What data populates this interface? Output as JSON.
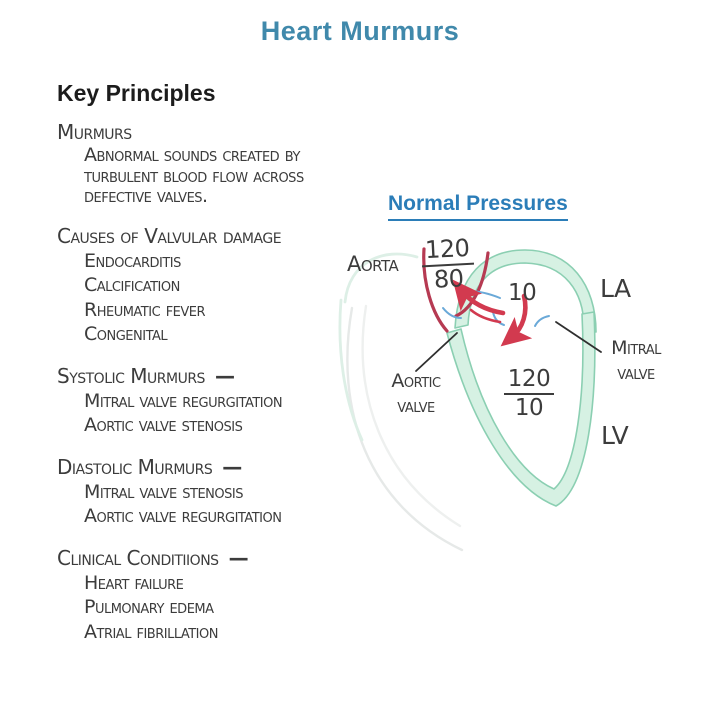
{
  "title": "Heart Murmurs",
  "key_principles": {
    "heading": "Key Principles",
    "sections": [
      {
        "heading": "Murmurs",
        "dash": "",
        "items": [
          "Abnormal sounds created by turbulent blood flow across defective  valves."
        ]
      },
      {
        "heading": "Causes of Valvular damage",
        "dash": "",
        "items": [
          "Endocarditis",
          "Calcification",
          "Rheumatic fever",
          "Congenital"
        ]
      },
      {
        "heading": "Systolic Murmurs",
        "dash": "—",
        "items": [
          "Mitral valve regurgitation",
          "Aortic valve stenosis"
        ]
      },
      {
        "heading": "Diastolic Murmurs",
        "dash": "—",
        "items": [
          "Mitral valve stenosis",
          "Aortic valve regurgitation"
        ]
      },
      {
        "heading": "Clinical Conditiions",
        "dash": "—",
        "items": [
          "Heart failure",
          "Pulmonary edema",
          "Atrial fibrillation"
        ]
      }
    ]
  },
  "diagram": {
    "heading": "Normal Pressures",
    "labels": {
      "aorta": "Aorta",
      "la": "LA",
      "lv": "LV",
      "mitral_line1": "Mitral",
      "mitral_line2": "valve",
      "aortic_line1": "Aortic",
      "aortic_line2": "valve"
    },
    "pressures": {
      "aorta": {
        "systolic": "120",
        "diastolic": "80"
      },
      "la": "10",
      "lv": {
        "systolic": "120",
        "diastolic": "10"
      }
    }
  },
  "colors": {
    "title_blue": "#4089ab",
    "heading_blue": "#2b7db8",
    "ink": "#3c3c3c",
    "text_black": "#1c1c1c",
    "crimson": "#b63a52",
    "arrow_red": "#d23a4f",
    "mint_fill": "#d6f1e3",
    "mint_edge": "#8bcfb2",
    "valve_blue": "#6aa9d8",
    "pointer_black": "#2f2f2f",
    "faint_gray": "#e6e9e8",
    "faint_mint": "#ddefe6"
  }
}
